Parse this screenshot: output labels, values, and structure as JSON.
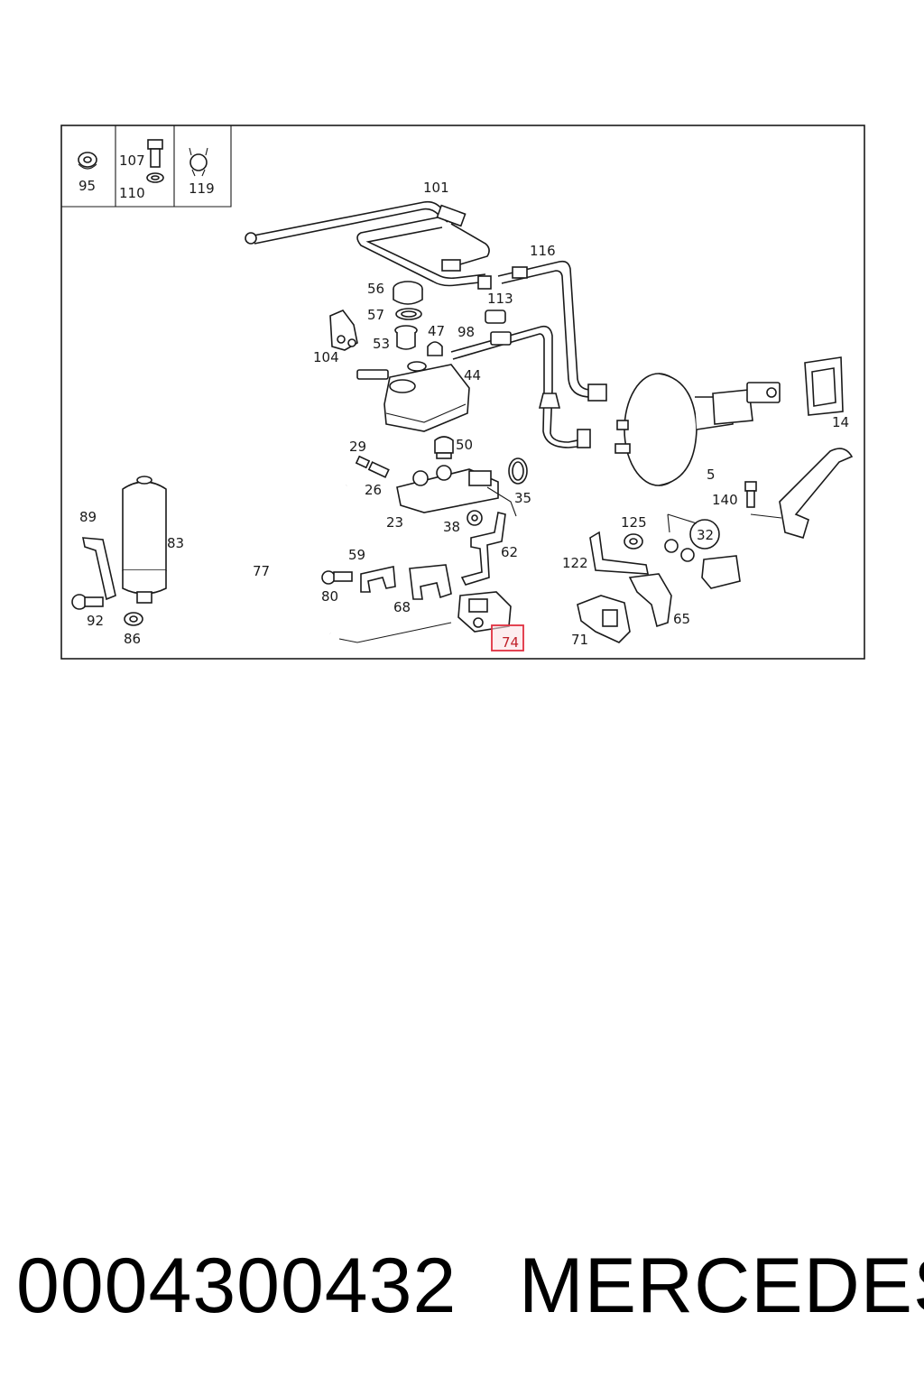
{
  "diagram": {
    "legend": {
      "cells": [
        {
          "labels": [
            "95"
          ]
        },
        {
          "labels": [
            "107",
            "110"
          ]
        },
        {
          "labels": [
            "119"
          ]
        }
      ]
    },
    "callouts": [
      "101",
      "116",
      "113",
      "56",
      "57",
      "53",
      "47",
      "98",
      "104",
      "44",
      "14",
      "29",
      "50",
      "26",
      "35",
      "23",
      "5",
      "140",
      "89",
      "83",
      "38",
      "62",
      "125",
      "32",
      "59",
      "77",
      "122",
      "80",
      "68",
      "65",
      "92",
      "86",
      "71"
    ],
    "highlighted_callout": "74",
    "highlight_color": "#e03040"
  },
  "footer": {
    "part_number": "0004300432",
    "brand": "MERCEDES"
  }
}
